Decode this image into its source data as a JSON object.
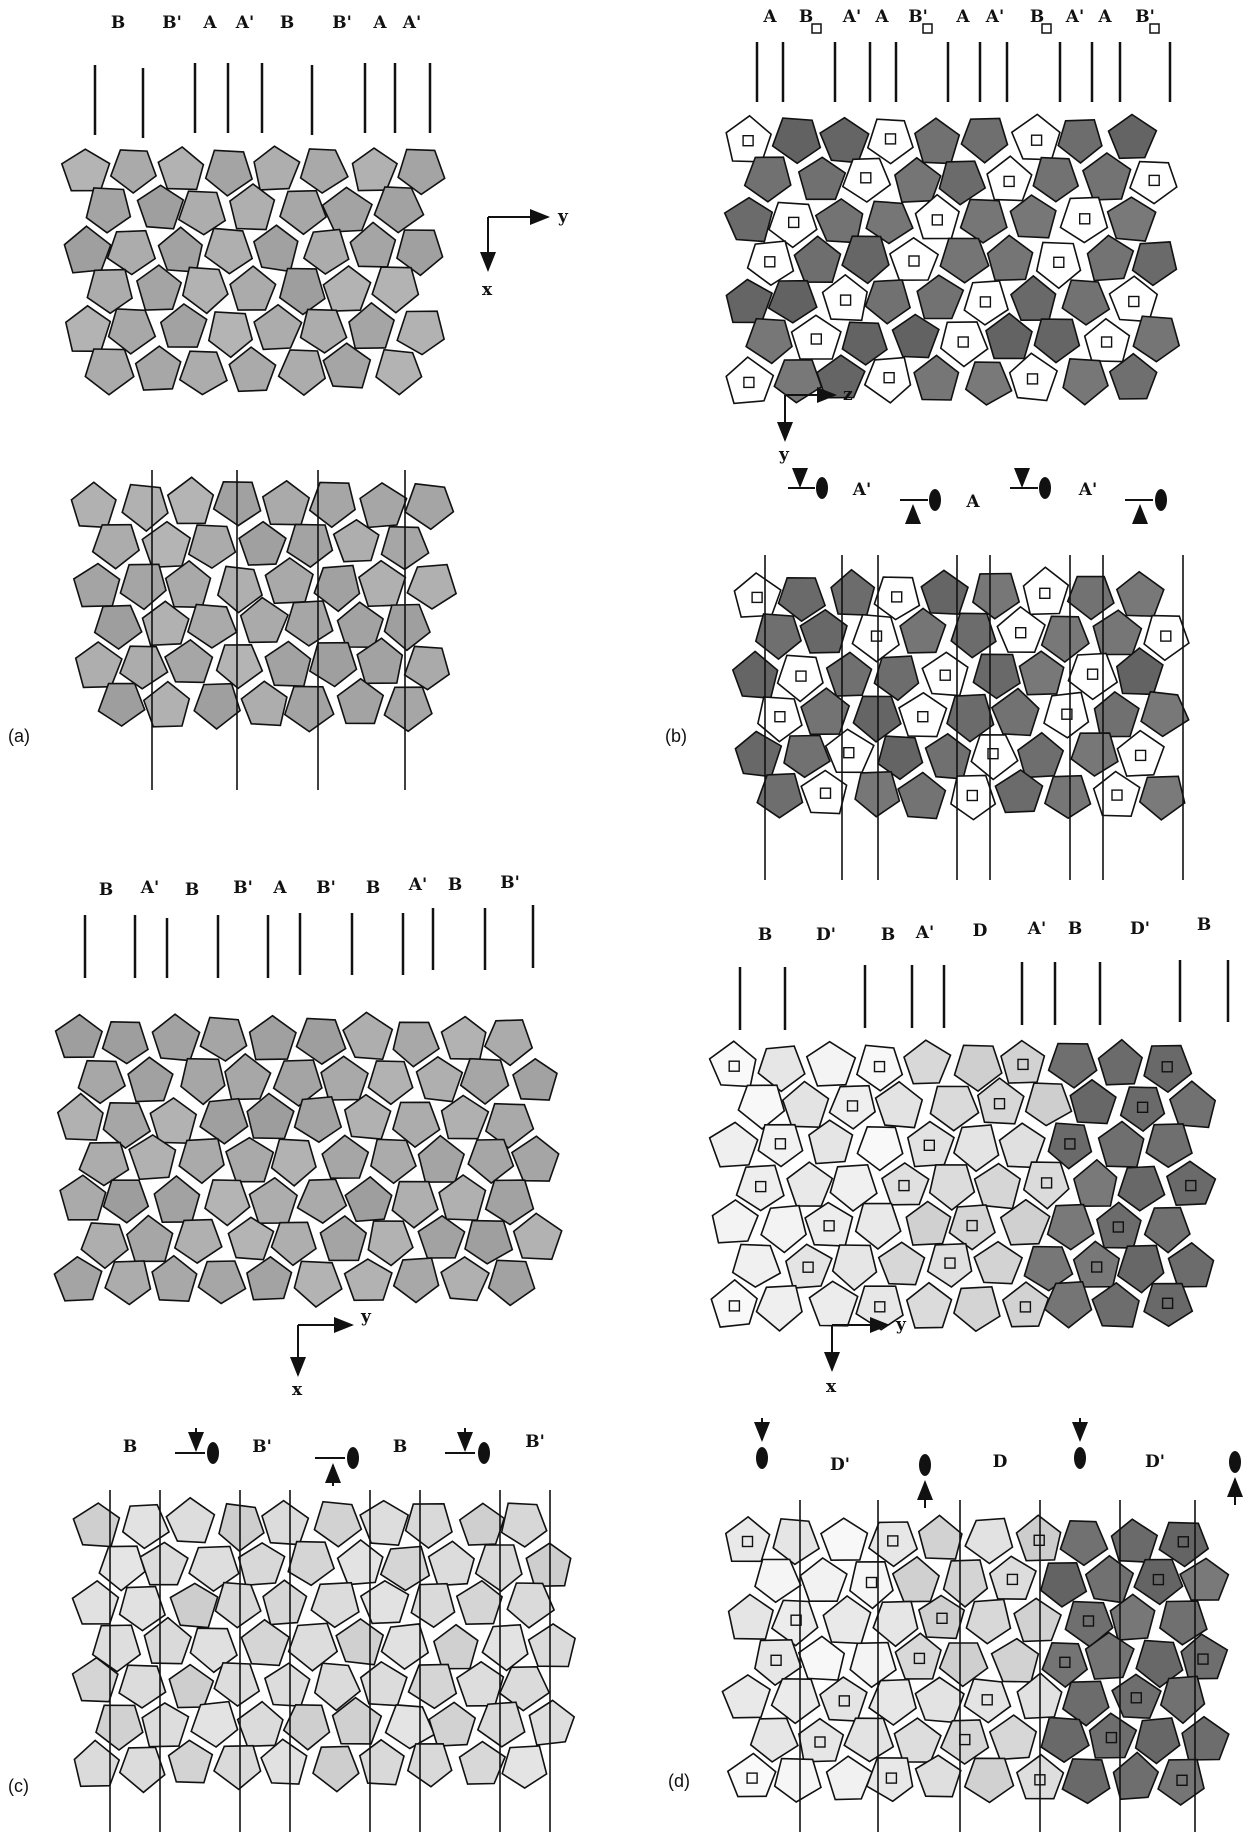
{
  "panels": {
    "a": {
      "label": "(a)",
      "stack_labels": [
        "B",
        "B'",
        "A",
        "A'",
        "B",
        "B'",
        "A",
        "A'"
      ],
      "axes": {
        "horizontal": "y",
        "vertical": "x"
      }
    },
    "b": {
      "label": "(b)",
      "stack_labels": [
        "A",
        "B",
        "A'",
        "A",
        "B'",
        "A",
        "A'",
        "B",
        "A'",
        "A",
        "B'"
      ],
      "axes": {
        "horizontal": "z",
        "vertical": "y"
      },
      "symmetry_labels": [
        "A'",
        "A",
        "A'"
      ]
    },
    "c": {
      "label": "(c)",
      "stack_labels": [
        "B",
        "A'",
        "B",
        "B'",
        "A",
        "B'",
        "B",
        "A'",
        "B",
        "B'"
      ],
      "axes": {
        "horizontal": "y",
        "vertical": "x"
      },
      "symmetry_labels": [
        "B",
        "B'",
        "B",
        "B'"
      ]
    },
    "d": {
      "label": "(d)",
      "stack_labels": [
        "B",
        "D'",
        "B",
        "A'",
        "D",
        "A'",
        "B",
        "D'",
        "B"
      ],
      "axes": {
        "horizontal": "y",
        "vertical": "x"
      },
      "symmetry_labels": [
        "D'",
        "D",
        "D'"
      ]
    }
  },
  "colors": {
    "tile_dark": "#6e6e6e",
    "tile_mid": "#a9a9a9",
    "tile_light": "#d9d9d9",
    "line": "#111111"
  }
}
